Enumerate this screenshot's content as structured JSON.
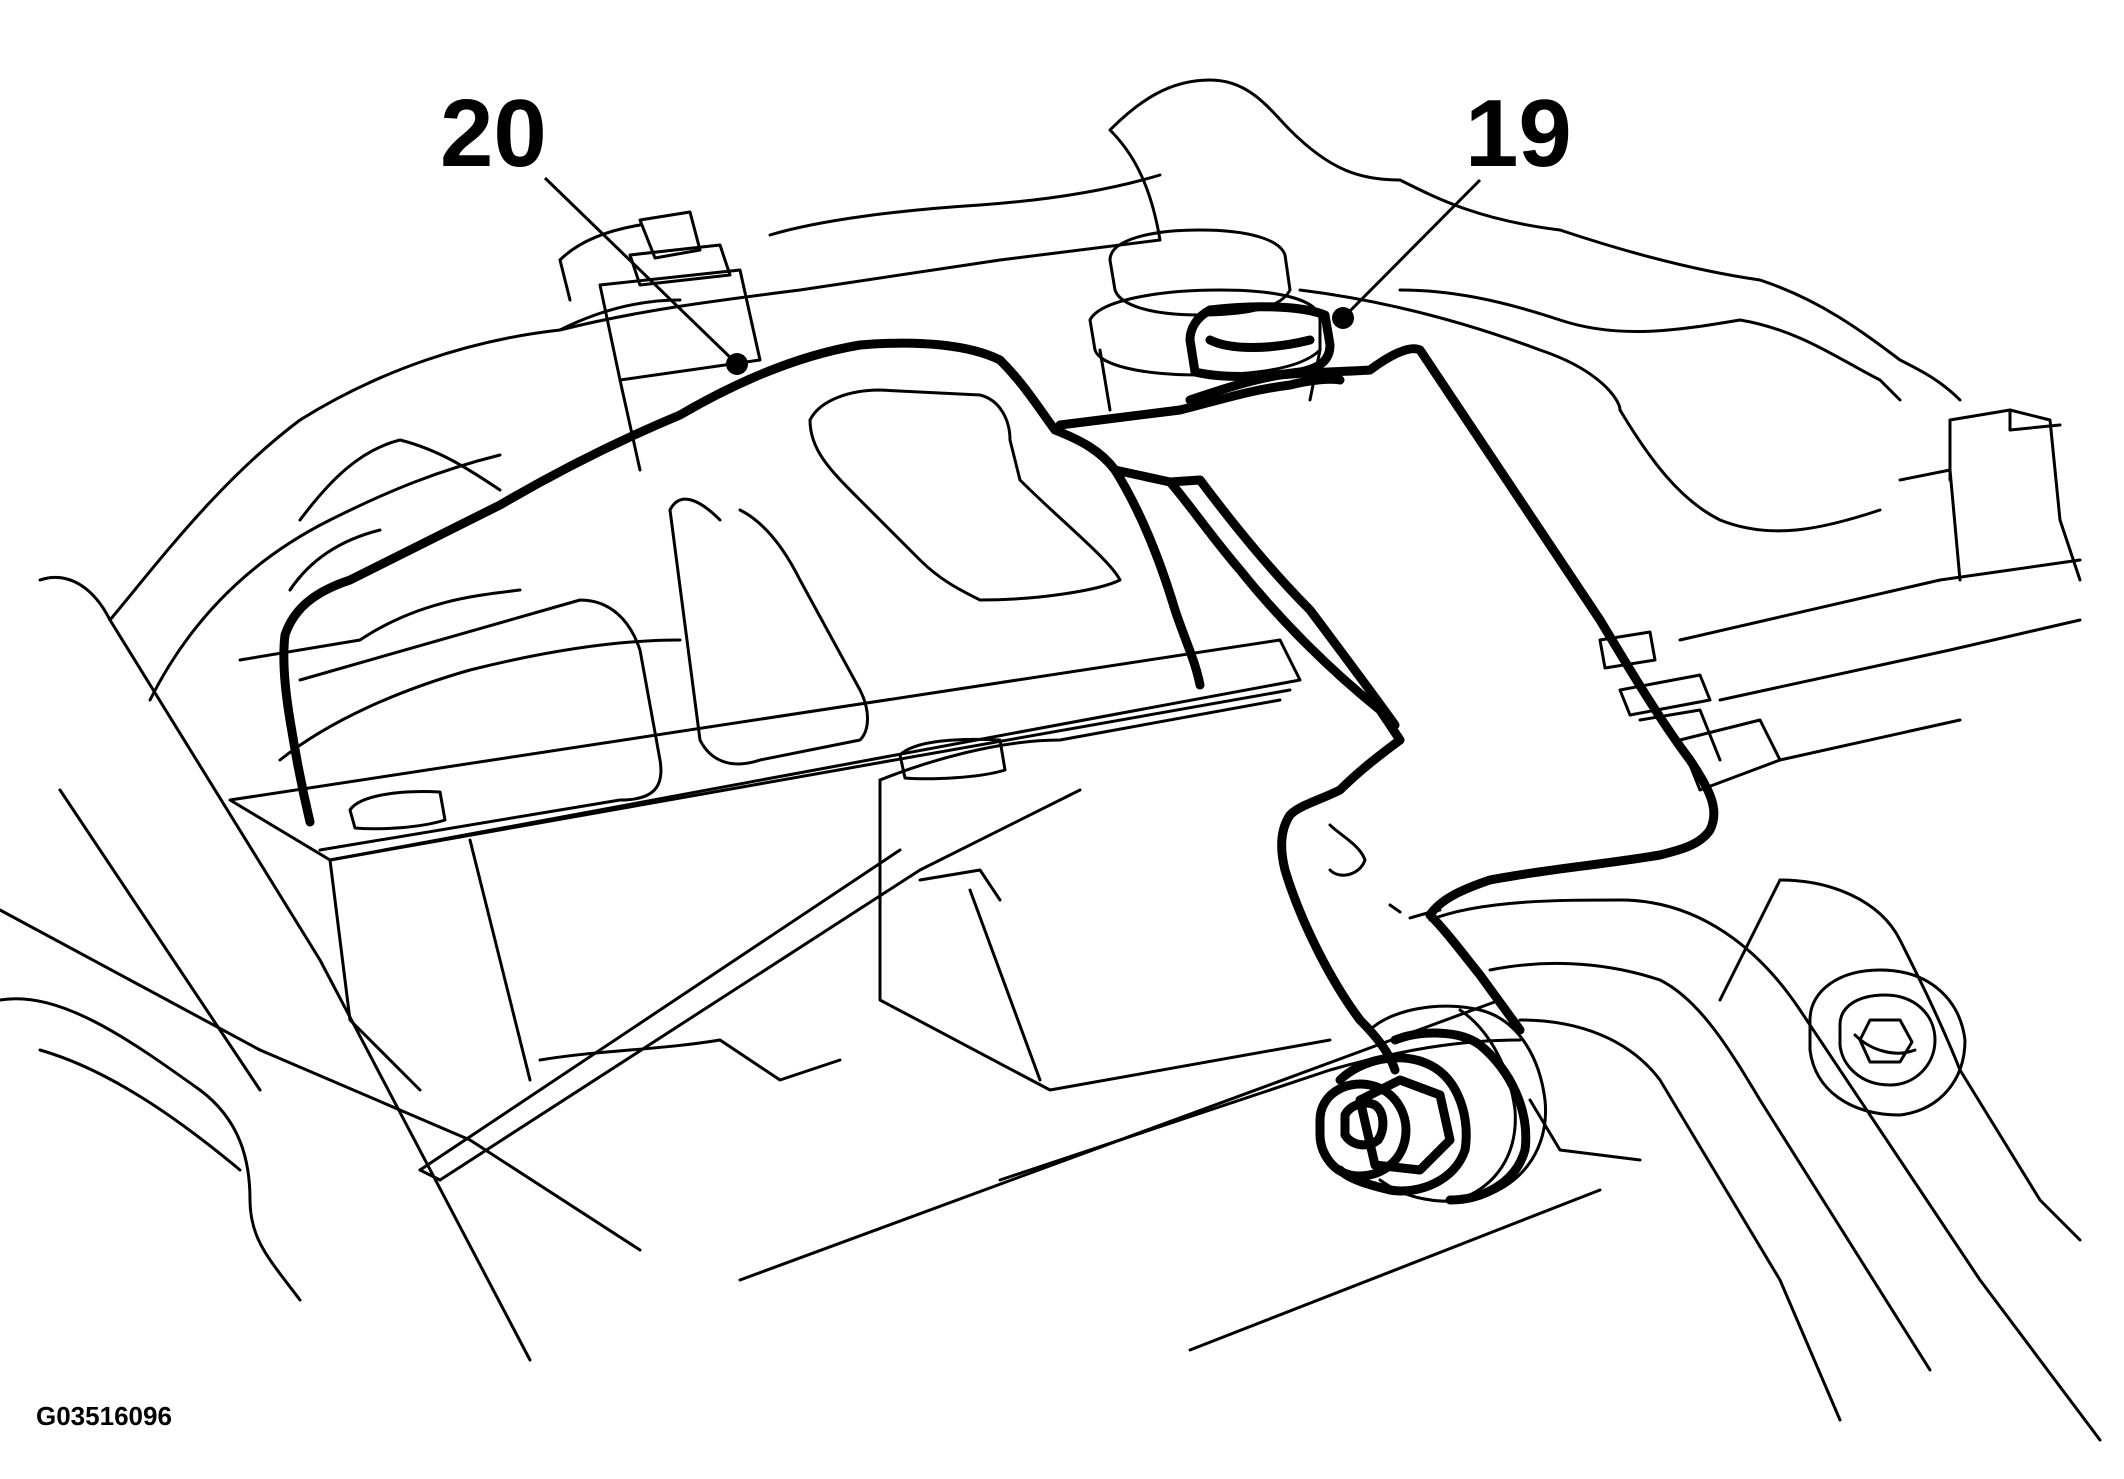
{
  "callouts": [
    {
      "number": "20"
    },
    {
      "number": "19"
    }
  ],
  "figure_id": "G03516096"
}
